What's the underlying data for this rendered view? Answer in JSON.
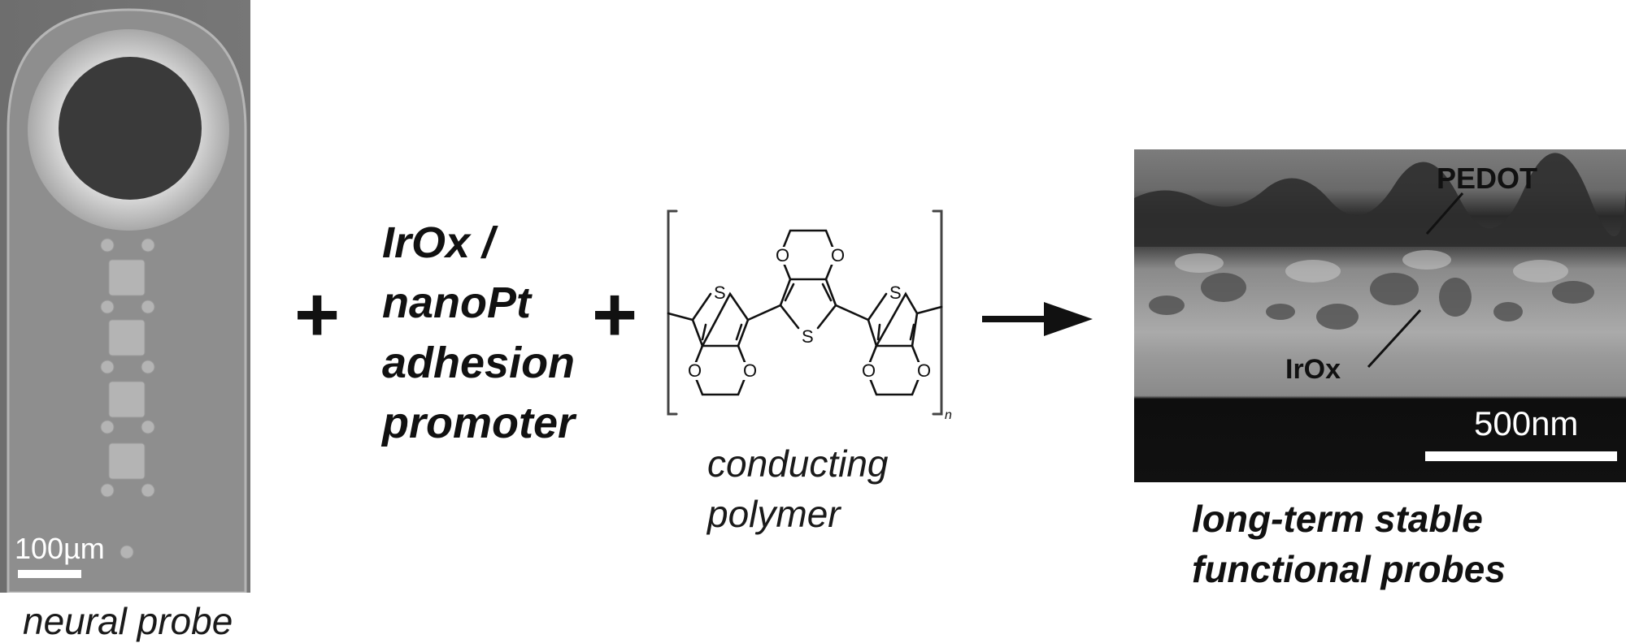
{
  "probe": {
    "scale_label": "100µm",
    "caption": "neural probe"
  },
  "operators": {
    "plus": "+"
  },
  "adhesion": {
    "lines": [
      "IrOx /",
      "nanoPt",
      "adhesion",
      "promoter"
    ]
  },
  "polymer": {
    "atom_labels": {
      "oxygen": "O",
      "sulfur": "S"
    },
    "repeat_subscript": "n",
    "caption_lines": [
      "conducting",
      "polymer"
    ]
  },
  "sem": {
    "label_pedot": "PEDOT",
    "label_irox": "IrOx",
    "scale_label": "500nm"
  },
  "result": {
    "caption_lines": [
      "long-term stable",
      "functional probes"
    ]
  },
  "colors": {
    "sem_background": "#7a7a7a",
    "probe_substrate": "#8c8c8c",
    "pad_metal": "#c8c8c8",
    "text": "#111111"
  }
}
